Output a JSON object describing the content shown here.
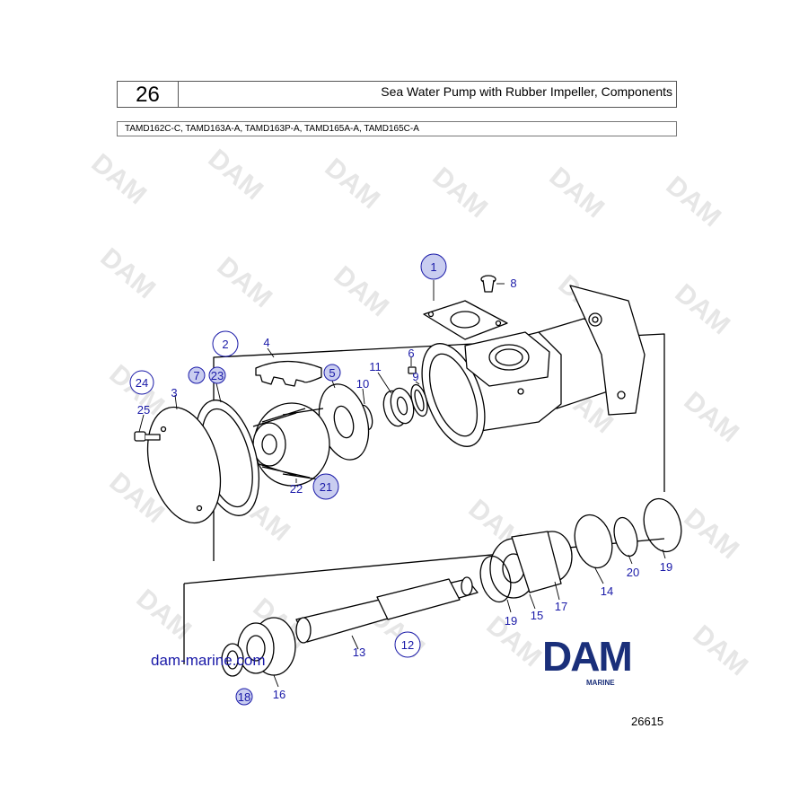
{
  "header": {
    "page_number": "26",
    "title": "Sea Water Pump with Rubber Impeller, Components"
  },
  "models": "TAMD162C-C, TAMD163A-A, TAMD163P-A, TAMD165A-A, TAMD165C-A",
  "watermark": "DAM",
  "callouts": {
    "c1": "1",
    "c2": "2",
    "c3": "3",
    "c4": "4",
    "c5": "5",
    "c6": "6",
    "c7": "7",
    "c8": "8",
    "c9": "9",
    "c10": "10",
    "c11": "11",
    "c12": "12",
    "c13": "13",
    "c14": "14",
    "c15": "15",
    "c16": "16",
    "c17": "17",
    "c18": "18",
    "c19a": "19",
    "c19b": "19",
    "c20": "20",
    "c21": "21",
    "c22": "22",
    "c23": "23",
    "c24": "24",
    "c25": "25"
  },
  "website": "dam-marine.com",
  "logo": {
    "name": "DAM",
    "sub": "MARINE"
  },
  "reference": "26615",
  "colors": {
    "callout": "#1a1aa8",
    "highlight_fill": "#c9cdf0",
    "logo": "#1a2f7a"
  }
}
